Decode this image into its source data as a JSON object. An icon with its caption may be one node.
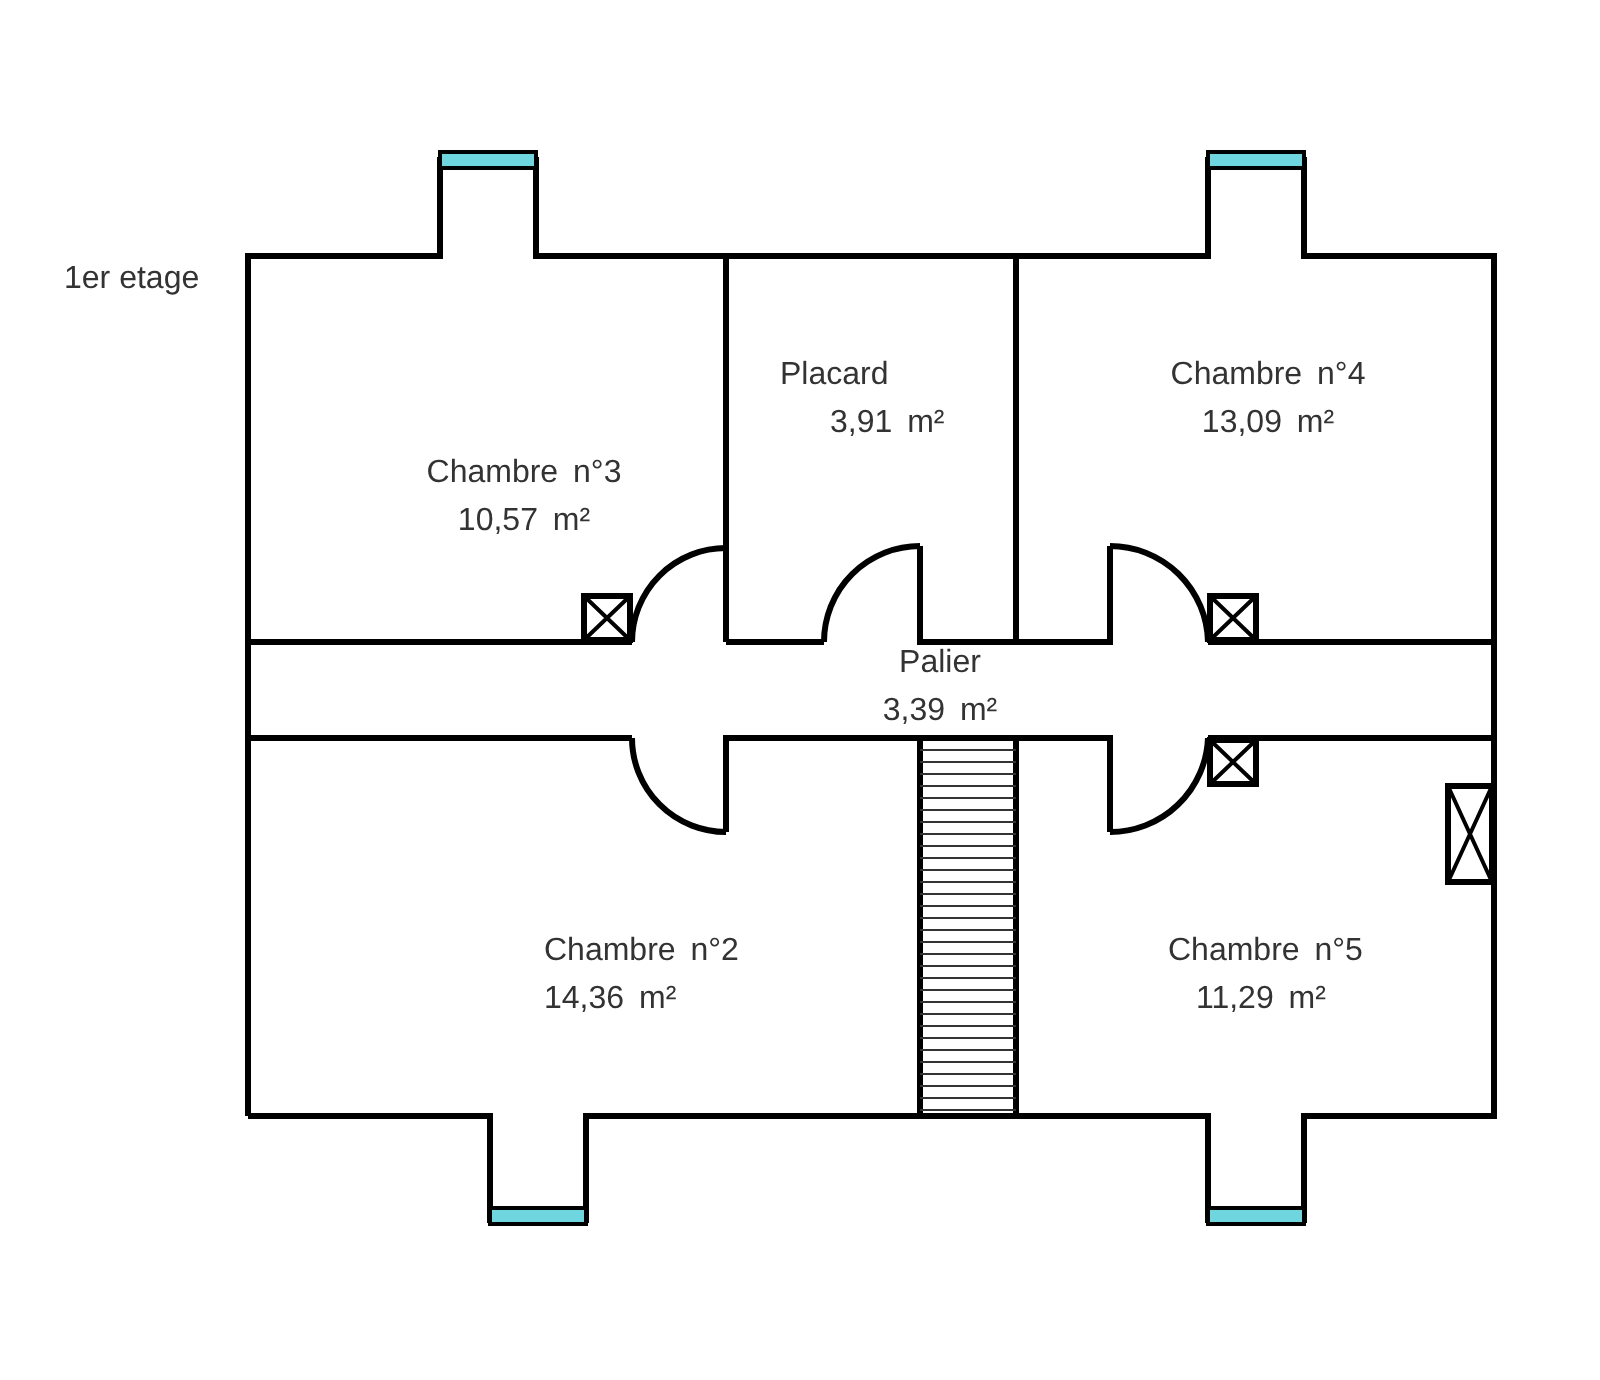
{
  "diagram": {
    "nodes": [
      {
        "text": [
          "Chambre n°3",
          "10,57 m²"
        ]
      },
      {
        "text": [
          "Placard",
          "3,91 m²"
        ]
      },
      {
        "text": [
          "Chambre n°4",
          "13,09 m²"
        ]
      },
      {
        "text": [
          "Palier",
          "3,39 m²"
        ]
      },
      {
        "text": [
          "Chambre n°2",
          "14,36 m²"
        ]
      },
      {
        "text": [
          "Chambre n°5",
          "11,29 m²"
        ]
      }
    ],
    "labels": [
      "1er etage"
    ]
  }
}
